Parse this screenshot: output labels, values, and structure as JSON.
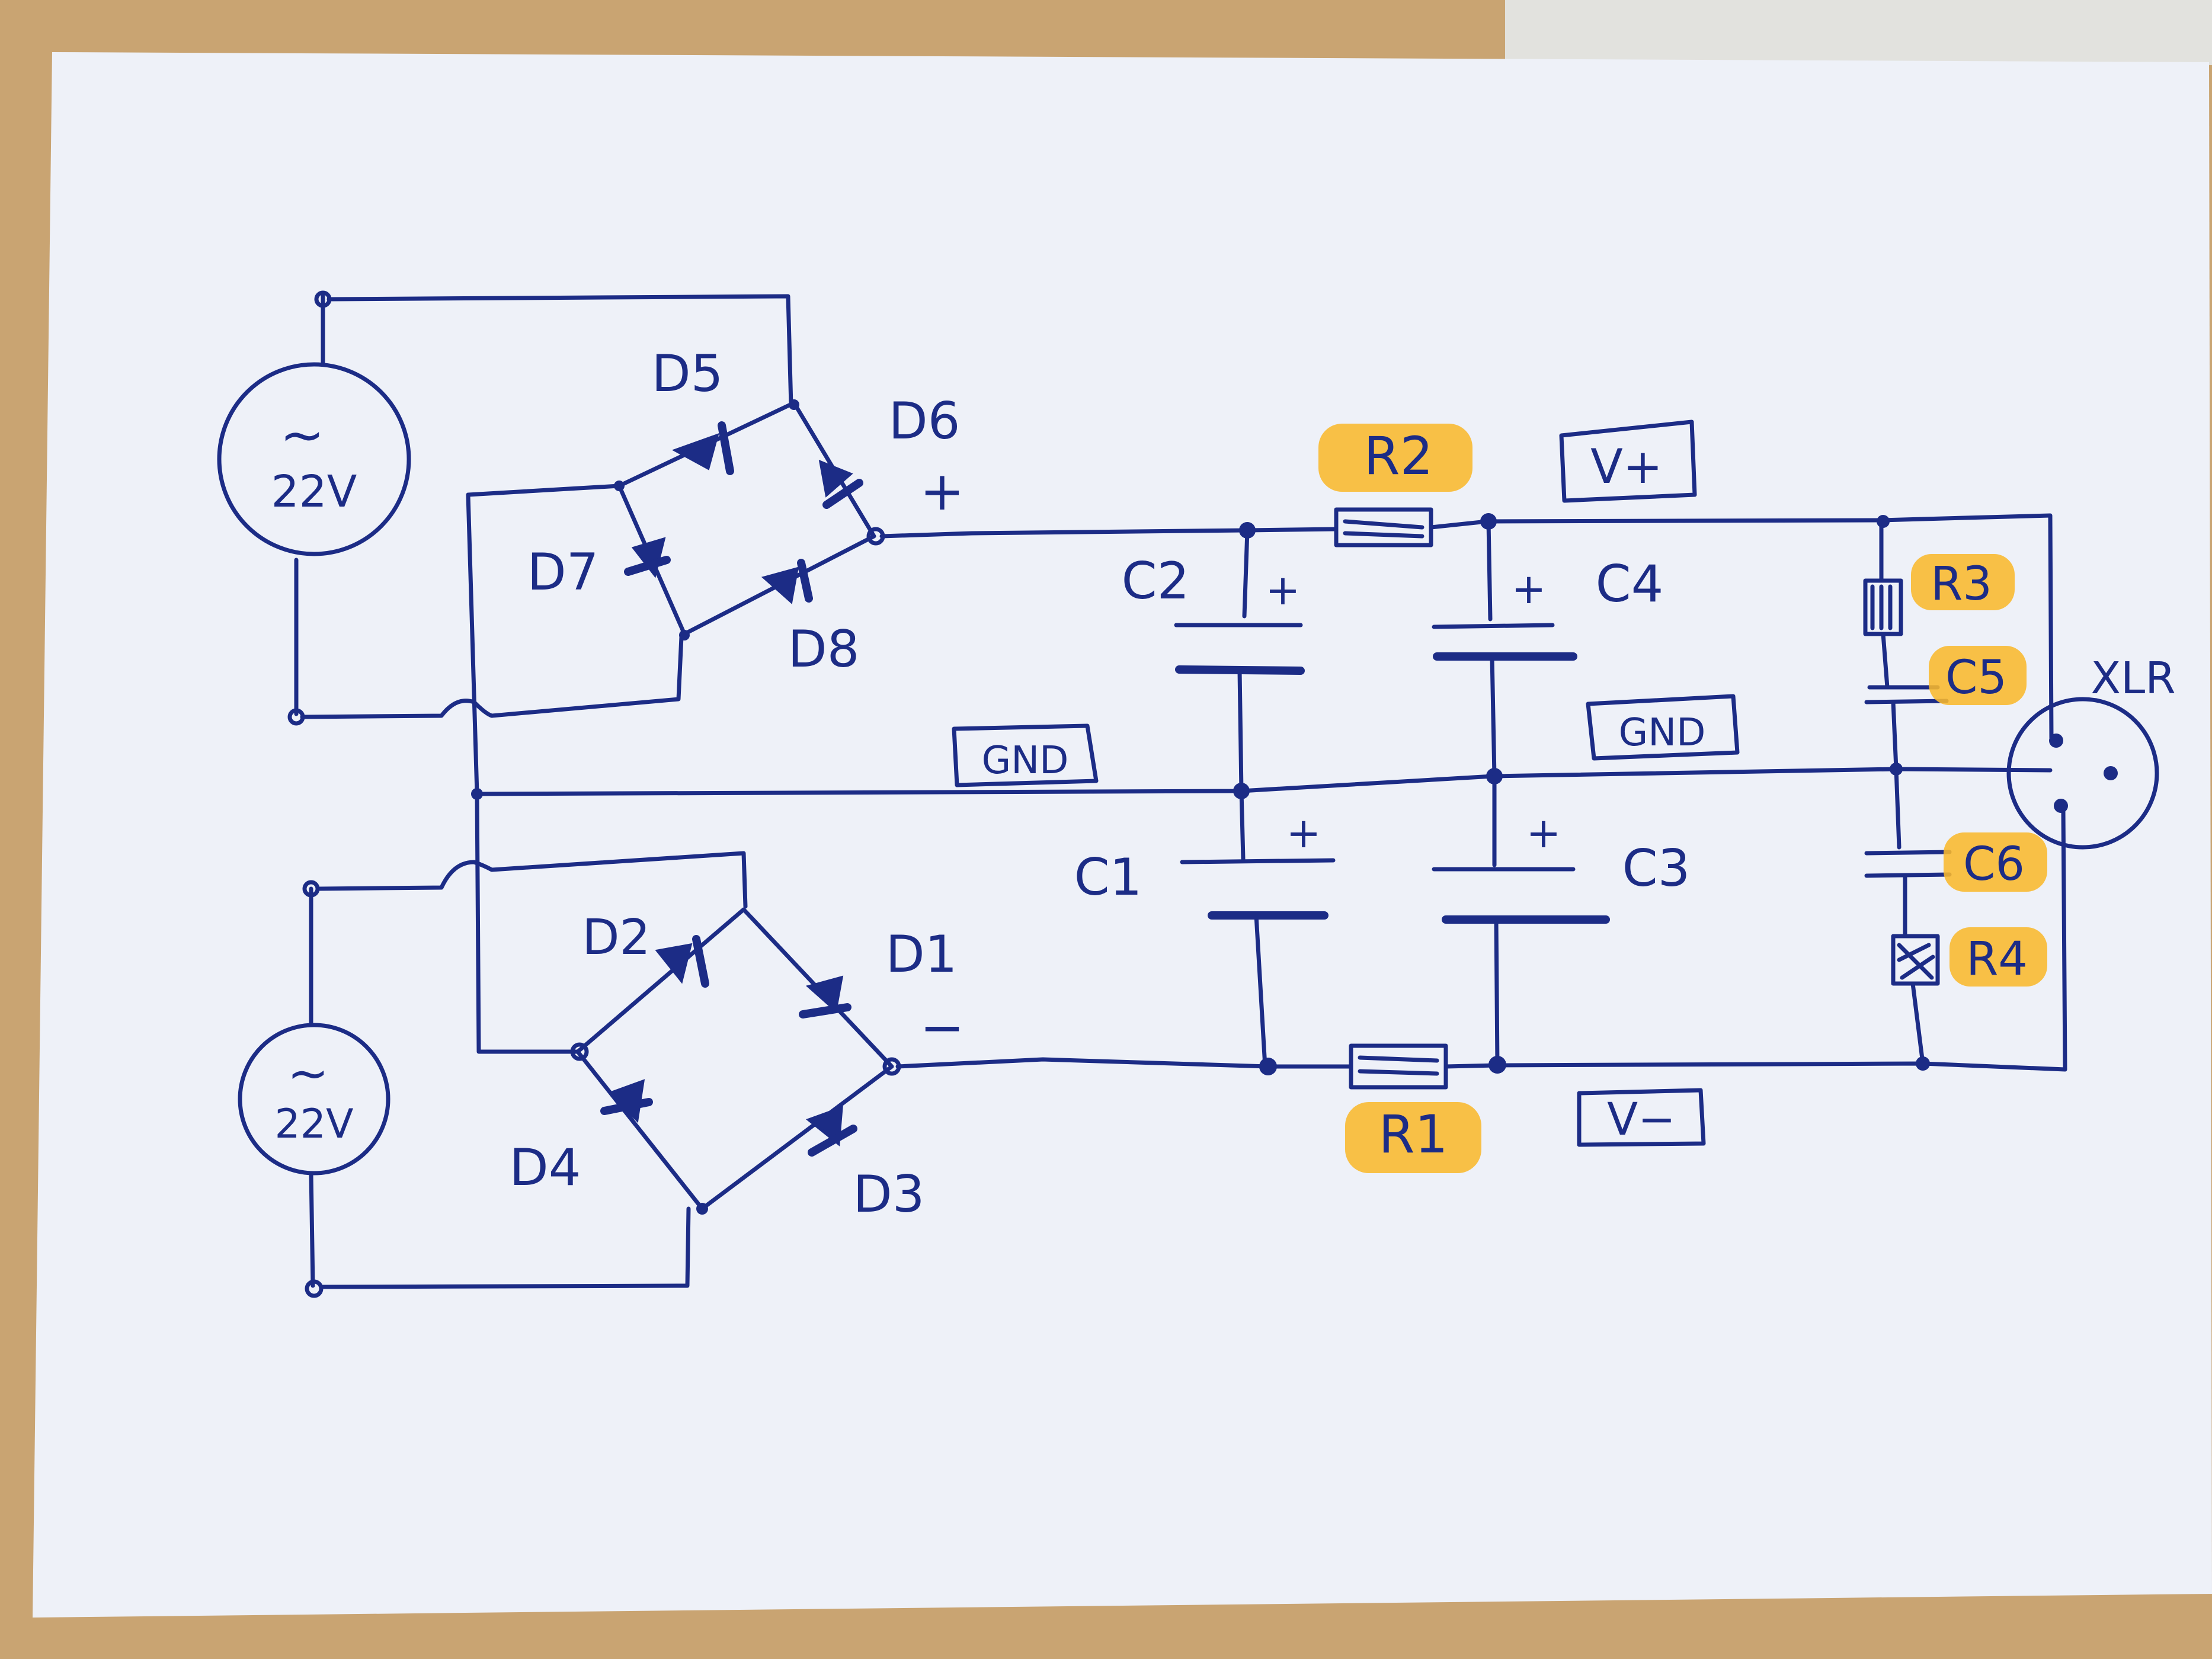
{
  "colors": {
    "paper": "#eef1f8",
    "ink": "#1c2c86",
    "highlighter": "#f9b82c",
    "table": "#c9a472"
  },
  "sources": {
    "top": {
      "symbol": "~",
      "voltage": "22V"
    },
    "bottom": {
      "symbol": "~",
      "voltage": "22V"
    }
  },
  "diodes": {
    "d5": "D5",
    "d6": "D6",
    "d7": "D7",
    "d8": "D8",
    "d1": "D1",
    "d2": "D2",
    "d3": "D3",
    "d4": "D4"
  },
  "polarity": {
    "plus": "+",
    "minus": "−"
  },
  "capacitors": {
    "c1": "C1",
    "c2": "C2",
    "c3": "C3",
    "c4": "C4",
    "c5": "C5",
    "c6": "C6",
    "plus_mark": "+"
  },
  "resistors": {
    "r1": "R1",
    "r2": "R2",
    "r3": "R3",
    "r4": "R4"
  },
  "rails": {
    "v_plus": "V+",
    "v_minus": "V−",
    "gnd_left": "GND",
    "gnd_right": "GND"
  },
  "connector": {
    "label": "XLR"
  }
}
